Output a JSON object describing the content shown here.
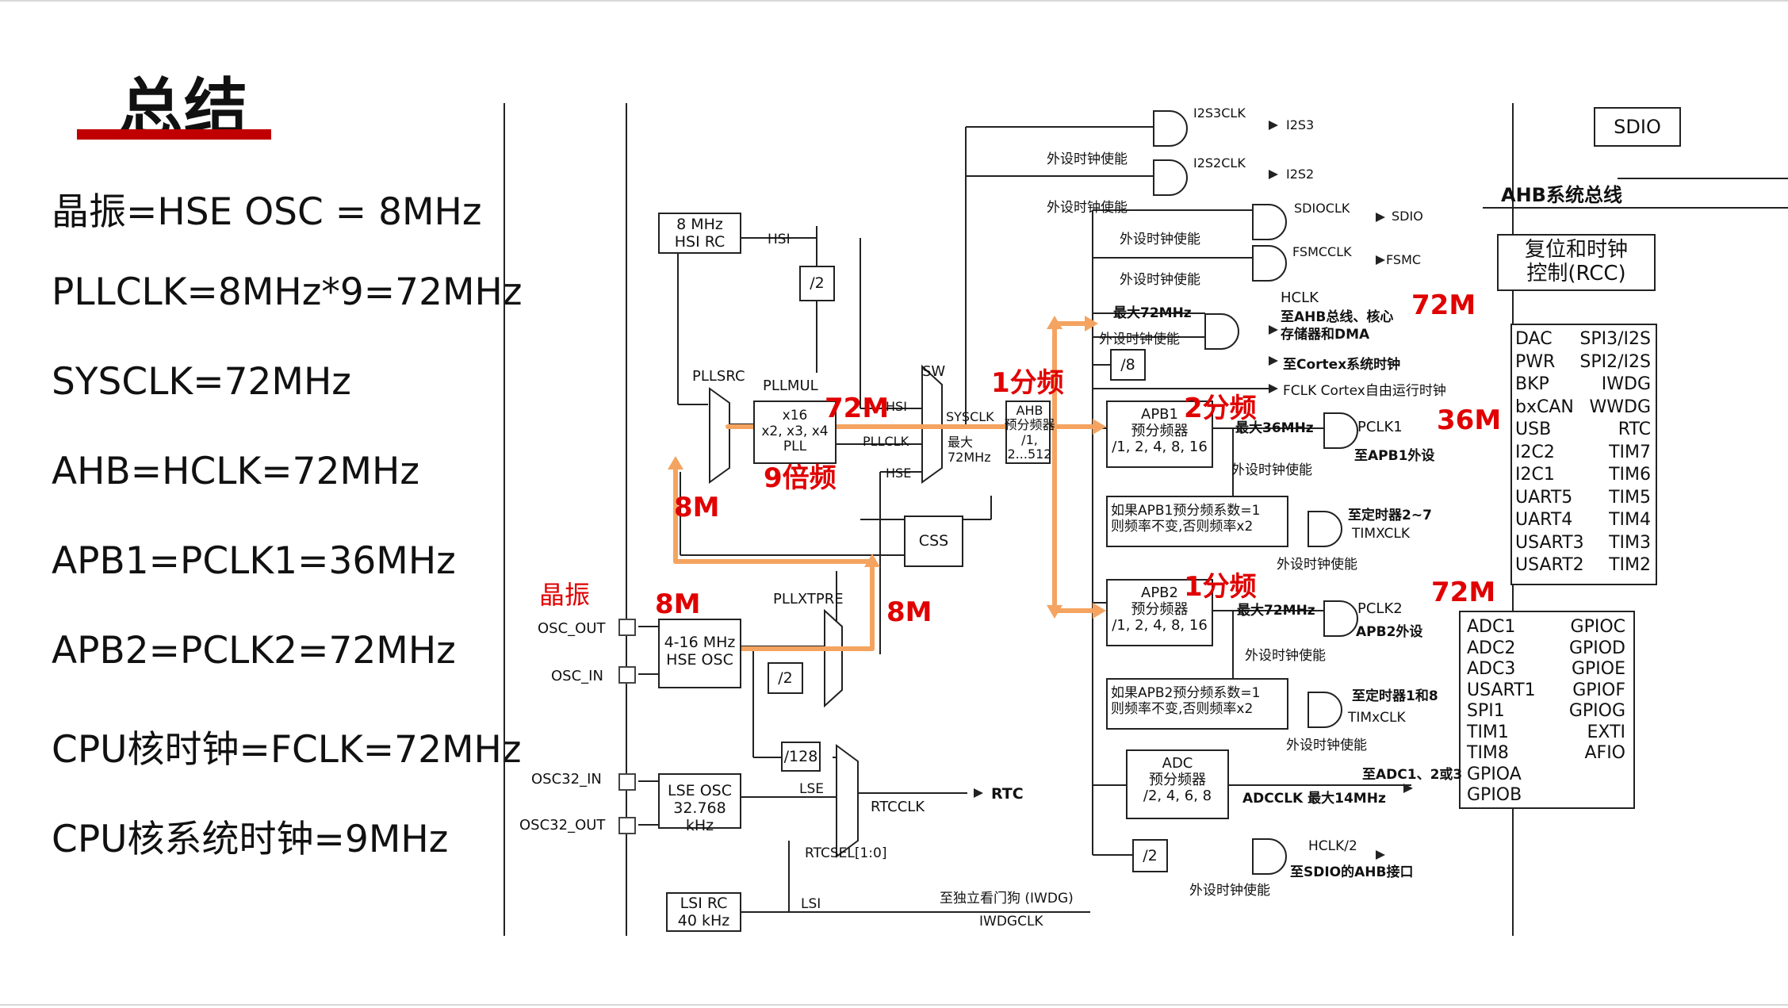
{
  "slide": {
    "title": "总结",
    "summary": [
      "晶振=HSE OSC = 8MHz",
      "PLLCLK=8MHz*9=72MHz",
      "SYSCLK=72MHz",
      "AHB=HCLK=72MHz",
      "APB1=PCLK1=36MHz",
      "APB2=PCLK2=72MHz",
      "CPU核时钟=FCLK=72MHz",
      "CPU核系统时钟=9MHz"
    ]
  },
  "diagram": {
    "boxes": {
      "hsi_rc": "8 MHz\nHSI RC",
      "div2_top": "/2",
      "pll": "x16\nx2, x3, x4\nPLL",
      "css": "CSS",
      "hse_osc": "4-16 MHz\nHSE OSC",
      "div2_hse": "/2",
      "div128": "/128",
      "lse_osc": "LSE OSC\n32.768 kHz",
      "lsi_rc": "LSI RC\n40 kHz",
      "ahb_prescaler": "AHB\n预分频器\n/1, 2...512",
      "div8": "/8",
      "apb1_prescaler": "APB1\n预分频器\n/1, 2, 4, 8, 16",
      "apb1_timer_note": "如果APB1预分频系数=1\n则频率不变,否则频率x2",
      "apb2_prescaler": "APB2\n预分频器\n/1, 2, 4, 8, 16",
      "apb2_timer_note": "如果APB2预分频系数=1\n则频率不变,否则频率x2",
      "adc_prescaler": "ADC\n预分频器\n/2, 4, 6, 8",
      "div2_bottom": "/2",
      "sdio": "SDIO",
      "rcc": "复位和时钟\n控制(RCC)"
    },
    "labels": {
      "hsi": "HSI",
      "pllsrc": "PLLSRC",
      "pllmul": "PLLMUL",
      "sw": "SW",
      "hsi_in": "HSI",
      "pllclk": "PLLCLK",
      "hse_in": "HSE",
      "sysclk": "SYSCLK",
      "max72": "最大\n72MHz",
      "pllxtpre": "PLLXTPRE",
      "osc_out": "OSC_OUT",
      "osc_in": "OSC_IN",
      "osc32_in": "OSC32_IN",
      "osc32_out": "OSC32_OUT",
      "lse": "LSE",
      "rtcclk": "RTCCLK",
      "rtc": "RTC",
      "rtcsel": "RTCSEL[1:0]",
      "lsi": "LSI",
      "iwdg_to": "至独立看门狗 (IWDG)",
      "iwdgclk": "IWDGCLK",
      "i2s3clk": "I2S3CLK",
      "i2s3": "I2S3",
      "periph_en_1": "外设时钟使能",
      "i2s2clk": "I2S2CLK",
      "i2s2": "I2S2",
      "periph_en_2": "外设时钟使能",
      "sdioclk": "SDIOCLK",
      "sdio_out": "SDIO",
      "periph_en_3": "外设时钟使能",
      "fsmcclk": "FSMCCLK",
      "fsmc": "FSMC",
      "periph_en_4": "外设时钟使能",
      "max72_hclk": "最大72MHz",
      "hclk": "HCLK",
      "hclk_to": "至AHB总线、核心",
      "hclk_to2": "存储器和DMA",
      "periph_en_5": "外设时钟使能",
      "cortex_sys": "至Cortex系统时钟",
      "fclk": "FCLK Cortex自由运行时钟",
      "max36": "最大36MHz",
      "pclk1": "PCLK1",
      "pclk1_to": "至APB1外设",
      "periph_en_6": "外设时钟使能",
      "tim27": "至定时器2~7",
      "timxclk": "TIMXCLK",
      "periph_en_7": "外设时钟使能",
      "max72_apb2": "最大72MHz",
      "pclk2": "PCLK2",
      "pclk2_to": "APB2外设",
      "periph_en_8": "外设时钟使能",
      "tim18": "至定时器1和8",
      "timxclk2": "TIMxCLK",
      "periph_en_9": "外设时钟使能",
      "adc_to": "至ADC1、2或3",
      "adcclk": "ADCCLK 最大14MHz",
      "hclk2": "HCLK/2",
      "sdio_ahb": "至SDIO的AHB接口",
      "periph_en_10": "外设时钟使能",
      "ahb_bus": "AHB系统总线"
    },
    "apb1_periph_left": [
      "DAC",
      "PWR",
      "BKP",
      "bxCAN",
      "USB",
      "I2C2",
      "I2C1",
      "UART5",
      "UART4",
      "USART3",
      "USART2"
    ],
    "apb1_periph_right": [
      "SPI3/I2S",
      "SPI2/I2S",
      "IWDG",
      "WWDG",
      "RTC",
      "TIM7",
      "TIM6",
      "TIM5",
      "TIM4",
      "TIM3",
      "TIM2"
    ],
    "apb2_periph_left": [
      "ADC1",
      "ADC2",
      "ADC3",
      "USART1",
      "SPI1",
      "TIM1",
      "TIM8",
      "GPIOA",
      "GPIOB"
    ],
    "apb2_periph_right": [
      "GPIOC",
      "GPIOD",
      "GPIOE",
      "GPIOF",
      "GPIOG",
      "EXTI",
      "AFIO"
    ]
  },
  "annotations": {
    "crystal": "晶振",
    "hse_8m": "8M",
    "pllxtpre_8m": "8M",
    "pllsrc_8m": "8M",
    "pll_9x": "9倍频",
    "sys_72m": "72M",
    "ahb_div1": "1分频",
    "apb1_div2": "2分频",
    "apb2_div1": "1分频",
    "hclk_72m": "72M",
    "pclk1_36m": "36M",
    "pclk2_72m": "72M"
  },
  "colors": {
    "accent_red": "#c00000",
    "annotation_red": "#e00000",
    "flow_orange": "#f4a460"
  }
}
